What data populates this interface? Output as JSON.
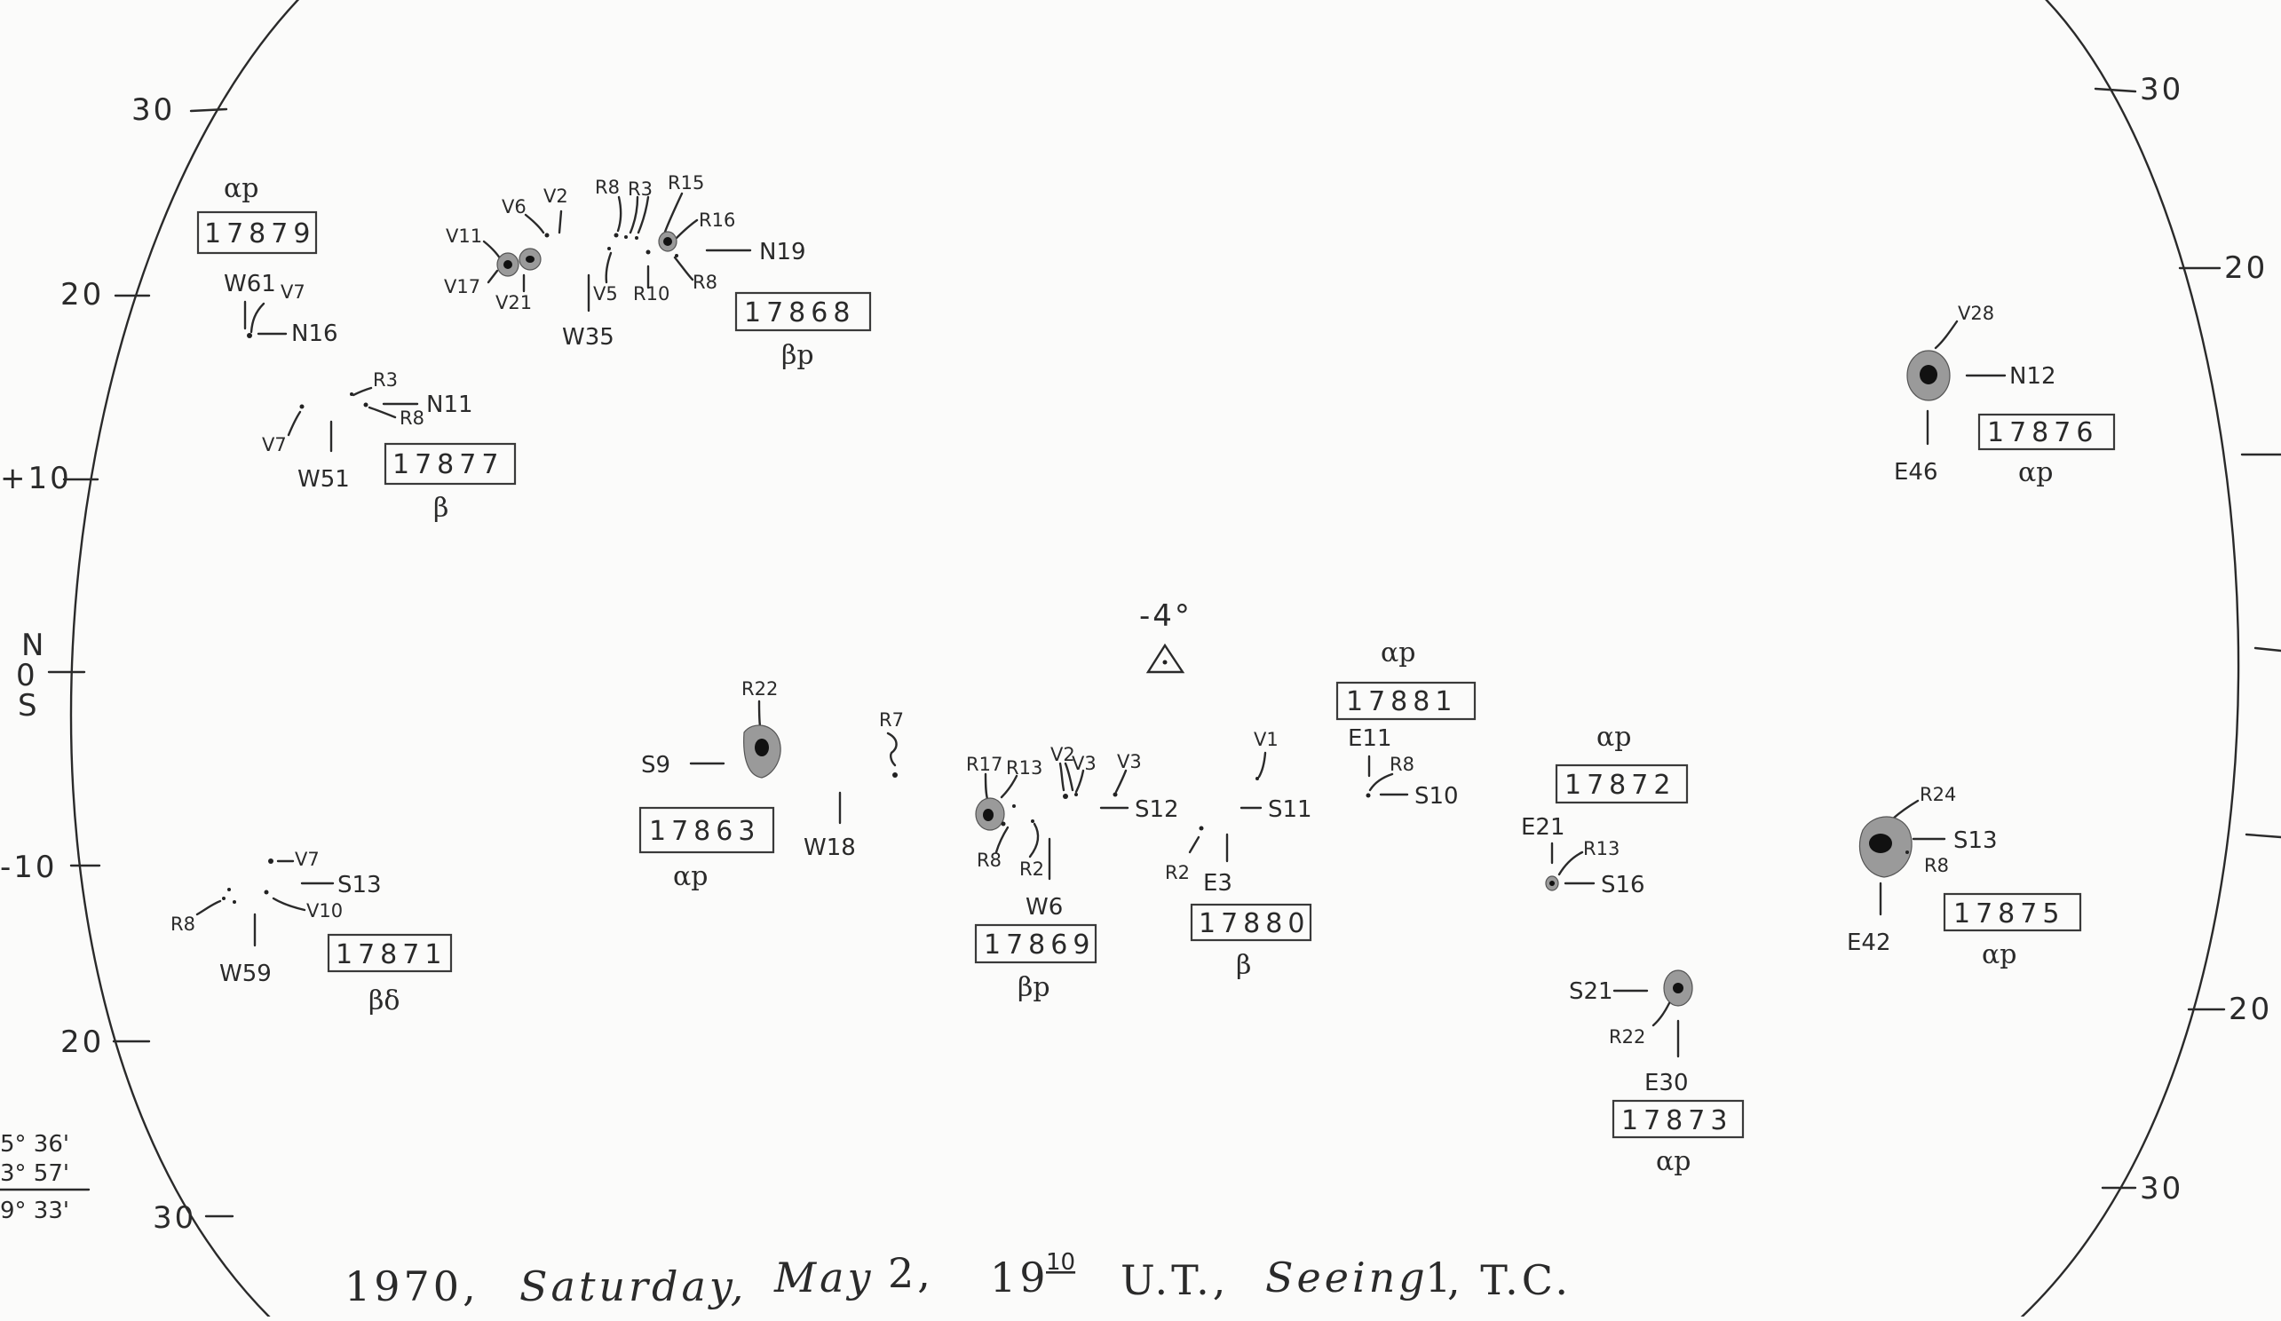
{
  "caption": {
    "year": "1970,",
    "day": "Saturday,",
    "month": "May",
    "date": "2,",
    "time": "19",
    "time_sup": "10",
    "ut": "U.T.,",
    "seeing_word": "Seeing",
    "seeing_value": "1",
    "observer": ", T.C."
  },
  "center": {
    "angle": "-4°"
  },
  "axis": {
    "left": [
      "30",
      "20",
      "+10",
      "N",
      "0",
      "S",
      "-10",
      "20",
      "30"
    ],
    "right": [
      "30",
      "20",
      "20",
      "30"
    ]
  },
  "corner_angles": [
    "5° 36'",
    "3° 57'",
    "9° 33'"
  ],
  "regions": [
    {
      "id": "17879",
      "class": "αp",
      "pos": "W61",
      "lat": "N16",
      "spots": [
        "V7"
      ]
    },
    {
      "id": "17868",
      "class": "βp",
      "pos": "W35",
      "lat": "N19",
      "spots": [
        "V11",
        "V6",
        "V2",
        "R8",
        "R3",
        "R15",
        "R16",
        "V17",
        "V21",
        "V5",
        "R10",
        "R8"
      ]
    },
    {
      "id": "17877",
      "class": "β",
      "pos": "W51",
      "lat": "N11",
      "spots": [
        "R3",
        "R8",
        "V7"
      ]
    },
    {
      "id": "17876",
      "class": "αp",
      "pos": "E46",
      "lat": "N12",
      "spots": [
        "V28"
      ]
    },
    {
      "id": "17863",
      "class": "αp",
      "pos": "",
      "lat": "S9",
      "spots": [
        "R22"
      ]
    },
    {
      "id": "",
      "class": "",
      "pos": "W18",
      "lat": "",
      "spots": [
        "R7"
      ]
    },
    {
      "id": "17869",
      "class": "βp",
      "pos": "W6",
      "lat": "S12",
      "spots": [
        "R17",
        "R13",
        "V2",
        "V3",
        "V3",
        "R8",
        "R2"
      ]
    },
    {
      "id": "17880",
      "class": "β",
      "pos": "E3",
      "lat": "S11",
      "spots": [
        "V1",
        "R2"
      ]
    },
    {
      "id": "17881",
      "class": "αp",
      "pos": "E11",
      "lat": "S10",
      "spots": [
        "R8"
      ]
    },
    {
      "id": "17872",
      "class": "αp",
      "pos": "E21",
      "lat": "S16",
      "spots": [
        "R13"
      ]
    },
    {
      "id": "17875",
      "class": "αp",
      "pos": "E42",
      "lat": "S13",
      "spots": [
        "R24",
        "R8"
      ]
    },
    {
      "id": "17871",
      "class": "βδ",
      "pos": "W59",
      "lat": "S13",
      "spots": [
        "V7",
        "R8",
        "V10"
      ]
    },
    {
      "id": "17873",
      "class": "αp",
      "pos": "E30",
      "lat": "S21",
      "spots": [
        "R22"
      ]
    }
  ]
}
